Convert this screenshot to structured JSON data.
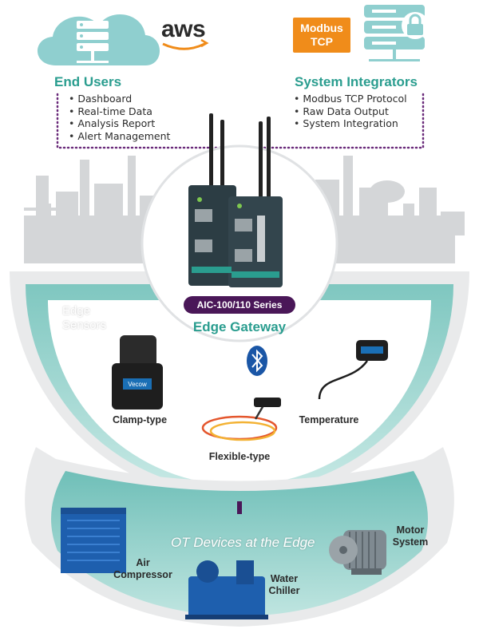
{
  "end_users": {
    "title": "End Users",
    "items": [
      "Dashboard",
      "Real-time Data",
      "Analysis Report",
      "Alert Management"
    ]
  },
  "system_integrators": {
    "title": "System Integrators",
    "items": [
      "Modbus TCP Protocol",
      "Raw Data Output",
      "System Integration"
    ]
  },
  "aws_logo": "aws",
  "modbus_badge": {
    "line1": "Modbus",
    "line2": "TCP"
  },
  "gateway": {
    "series": "AIC-100/110 Series",
    "label": "Edge Gateway"
  },
  "edge_sensors": {
    "title_line1": "Edge",
    "title_line2": "Sensors",
    "clamp": "Clamp-type",
    "flexible": "Flexible-type",
    "temperature": "Temperature",
    "brand": "Vecow"
  },
  "ot_devices": {
    "title": "OT Devices at the Edge",
    "air_line1": "Air",
    "air_line2": "Compressor",
    "water_line1": "Water",
    "water_line2": "Chiller",
    "motor_line1": "Motor",
    "motor_line2": "System"
  },
  "colors": {
    "teal": "#2a9d8f",
    "band_teal": "#9fd6d1",
    "purple": "#4a1758",
    "orange": "#f08c1a",
    "cloud": "#8fcfcf"
  }
}
